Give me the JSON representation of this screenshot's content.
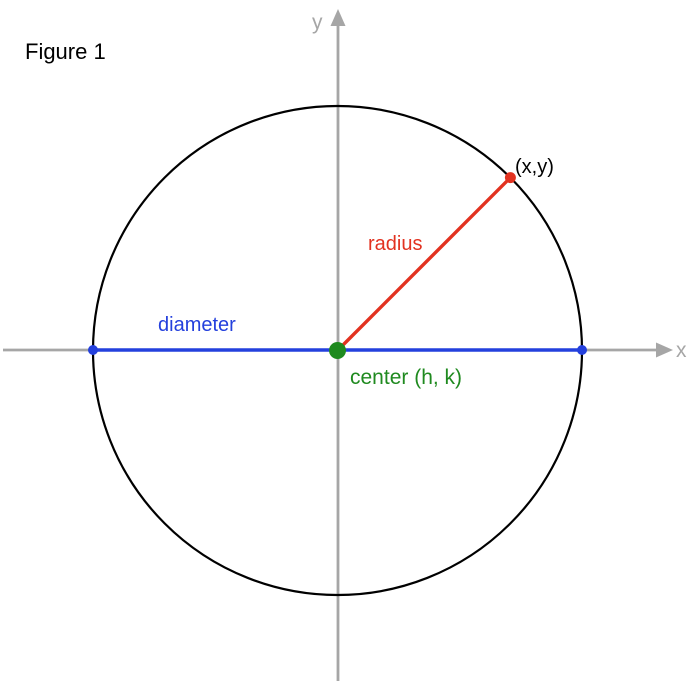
{
  "figure": {
    "title": "Figure 1",
    "axes": {
      "x_label": "x",
      "y_label": "y"
    },
    "labels": {
      "point": "(x,y)",
      "radius": "radius",
      "diameter": "diameter",
      "center": "center (h, k)"
    },
    "colors": {
      "background": "#ffffff",
      "axis": "#a6a6a6",
      "circle": "#000000",
      "radius": "#e23220",
      "diameter": "#2440dd",
      "center": "#1f8a1f",
      "title": "#000000",
      "point_label": "#000000"
    }
  }
}
